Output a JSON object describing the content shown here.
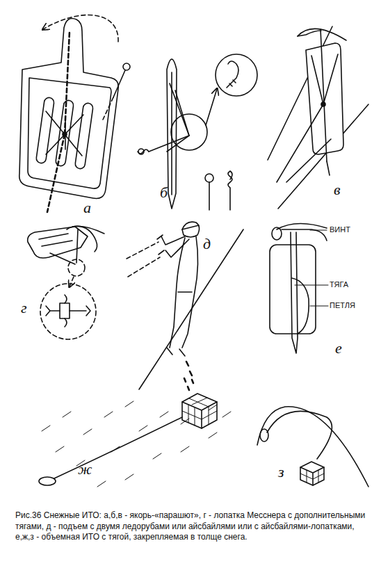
{
  "diagram": {
    "caption": "Рис.36 Снежные ИТО: а,б,в - якорь-«парашют», г - лопатка Месснера с дополнительными тягами, д - подъем с двумя ледорубами или айсбайлями или с айсбайлями-лопатками, е,ж,з - объемная ИТО с тягой, закрепляемая в толще снега.",
    "labels": [
      "а",
      "б",
      "в",
      "г",
      "д",
      "е",
      "ж",
      "з",
      "ВИНТ",
      "ТЯГА",
      "ПЕТЛЯ"
    ]
  }
}
